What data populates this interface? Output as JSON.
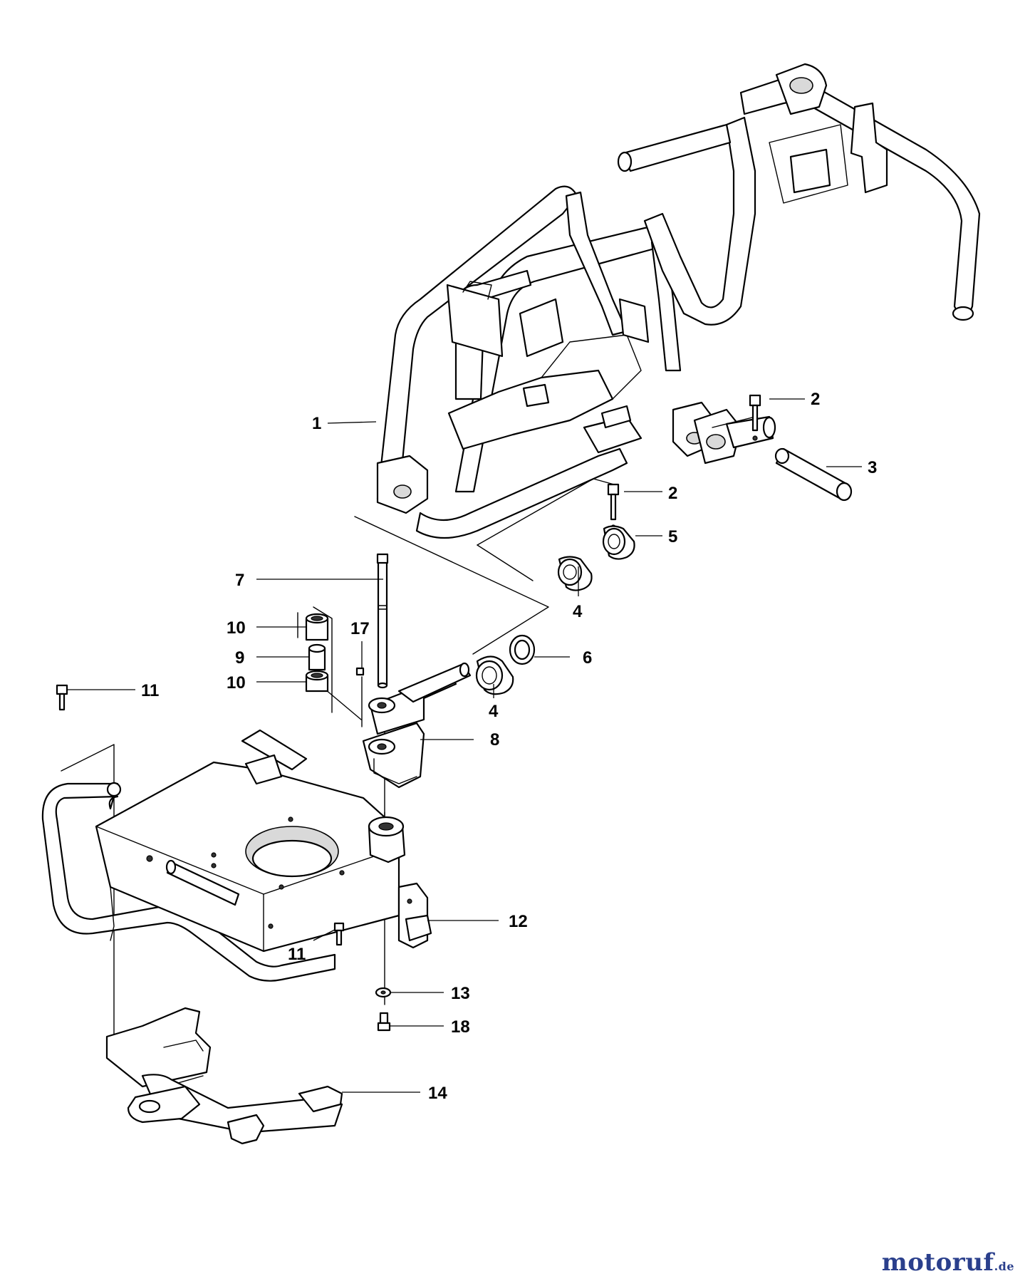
{
  "callouts": [
    {
      "id": "c1",
      "label": "1"
    },
    {
      "id": "c2a",
      "label": "2"
    },
    {
      "id": "c3",
      "label": "3"
    },
    {
      "id": "c2b",
      "label": "2"
    },
    {
      "id": "c5",
      "label": "5"
    },
    {
      "id": "c7",
      "label": "7"
    },
    {
      "id": "c4a",
      "label": "4"
    },
    {
      "id": "c10a",
      "label": "10"
    },
    {
      "id": "c17",
      "label": "17"
    },
    {
      "id": "c9",
      "label": "9"
    },
    {
      "id": "c6",
      "label": "6"
    },
    {
      "id": "c10b",
      "label": "10"
    },
    {
      "id": "c11a",
      "label": "11"
    },
    {
      "id": "c4b",
      "label": "4"
    },
    {
      "id": "c8",
      "label": "8"
    },
    {
      "id": "c12",
      "label": "12"
    },
    {
      "id": "c11b",
      "label": "11"
    },
    {
      "id": "c13",
      "label": "13"
    },
    {
      "id": "c18",
      "label": "18"
    },
    {
      "id": "c14",
      "label": "14"
    }
  ],
  "watermark": {
    "brand": "motoruf",
    "suffix": ".de"
  }
}
